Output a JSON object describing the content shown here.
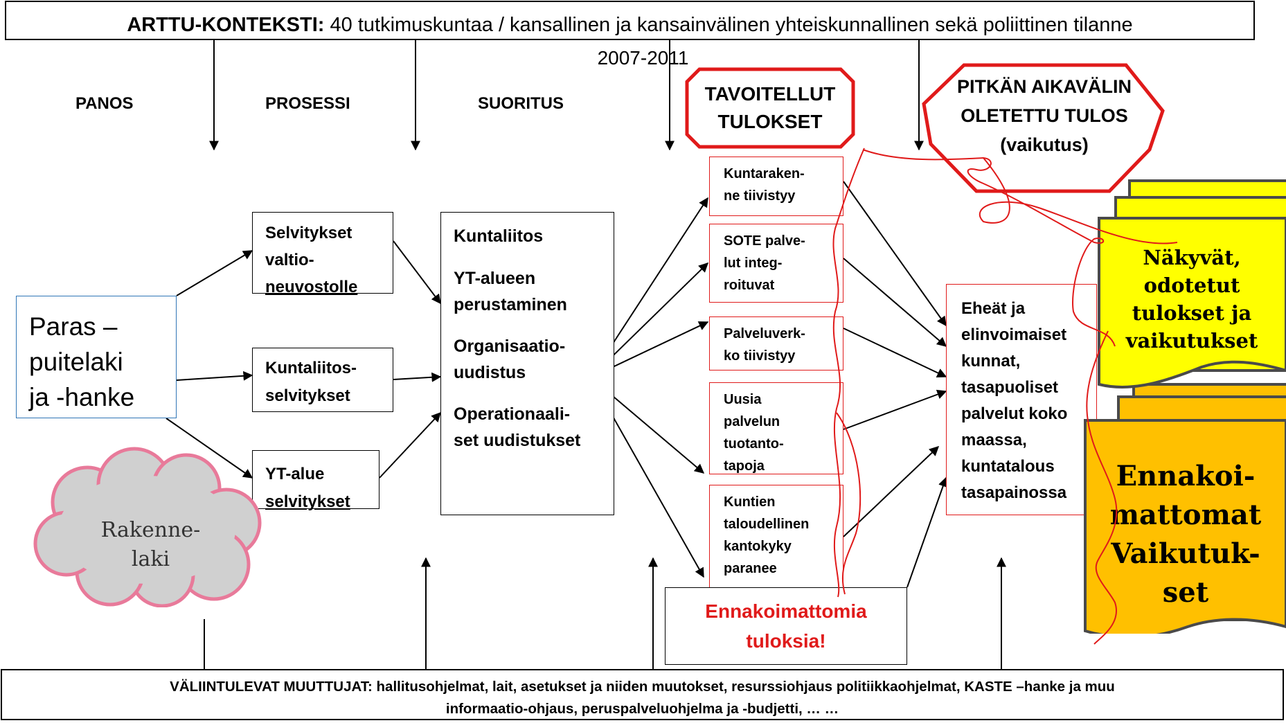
{
  "context": {
    "label": "ARTTU-KONTEKSTI:",
    "text": " 40 tutkimuskuntaa / kansallinen ja kansainvälinen yhteiskunnallinen sekä poliittinen tilanne",
    "year": "2007-2011"
  },
  "columns": {
    "panos": "PANOS",
    "prosessi": "PROSESSI",
    "suoritus": "SUORITUS",
    "tavoitellut": [
      "TAVOITELLUT",
      "TULOKSET"
    ],
    "pitkan": [
      "PITKÄN AIKAVÄLIN",
      "OLETETTU TULOS",
      "(vaikutus)"
    ]
  },
  "input": [
    "Paras –",
    "puitelaki",
    "ja -hanke"
  ],
  "cloud": [
    "Rakenne-",
    "laki"
  ],
  "process": {
    "selvitykset": [
      "Selvitykset",
      "valtio-",
      "neuvostolle"
    ],
    "kuntaliitos": [
      "Kuntaliitos-",
      "selvitykset"
    ],
    "yt_alue": [
      "YT-alue",
      "selvitykset"
    ]
  },
  "performance": [
    "Kuntaliitos",
    "YT-alueen",
    "perustaminen",
    "Organisaatio-",
    "uudistus",
    "Operationaali-",
    "set uudistukset"
  ],
  "outcomes": [
    [
      "Kuntaraken-",
      "ne tiivistyy"
    ],
    [
      "SOTE palve-",
      "lut integ-",
      "roituvat"
    ],
    [
      "Palveluverk-",
      "ko tiivistyy"
    ],
    [
      "Uusia",
      "palvelun",
      "tuotanto-",
      "tapoja"
    ],
    [
      "Kuntien",
      "taloudellinen",
      "kantokyky",
      "paranee"
    ]
  ],
  "unexpected_results": [
    "Ennakoimattomia",
    "tuloksia!"
  ],
  "long_term": [
    "Eheät ja",
    "elinvoimaiset",
    "kunnat,",
    "tasapuoliset",
    "palvelut koko",
    "maassa,",
    "kuntatalous",
    "tasapainossa"
  ],
  "visible_effects": [
    "Näkyvät,",
    "odotetut",
    "tulokset ja",
    "vaikutukset"
  ],
  "unforeseen_effects": [
    "Ennakoi-",
    "mattomat",
    "Vaikutuk-",
    "set"
  ],
  "intervening": {
    "label": "VÄLIINTULEVAT MUUTTUJAT:",
    "line1": " hallitusohjelmat, lait, asetukset ja niiden muutokset,  resurssiohjaus politiikkaohjelmat, KASTE –hanke ja muu",
    "line2": "informaatio-ohjaus, peruspalveluohjelma ja -budjetti, … …"
  },
  "colors": {
    "accent_red": "#e01a1a",
    "input_border": "#2e75b6",
    "cloud_fill": "#d0d0d0",
    "cloud_border": "#e87a9a",
    "yellow_doc": "#ffff00",
    "orange_doc": "#ffc000",
    "doc_border": "#4a4a4a"
  }
}
